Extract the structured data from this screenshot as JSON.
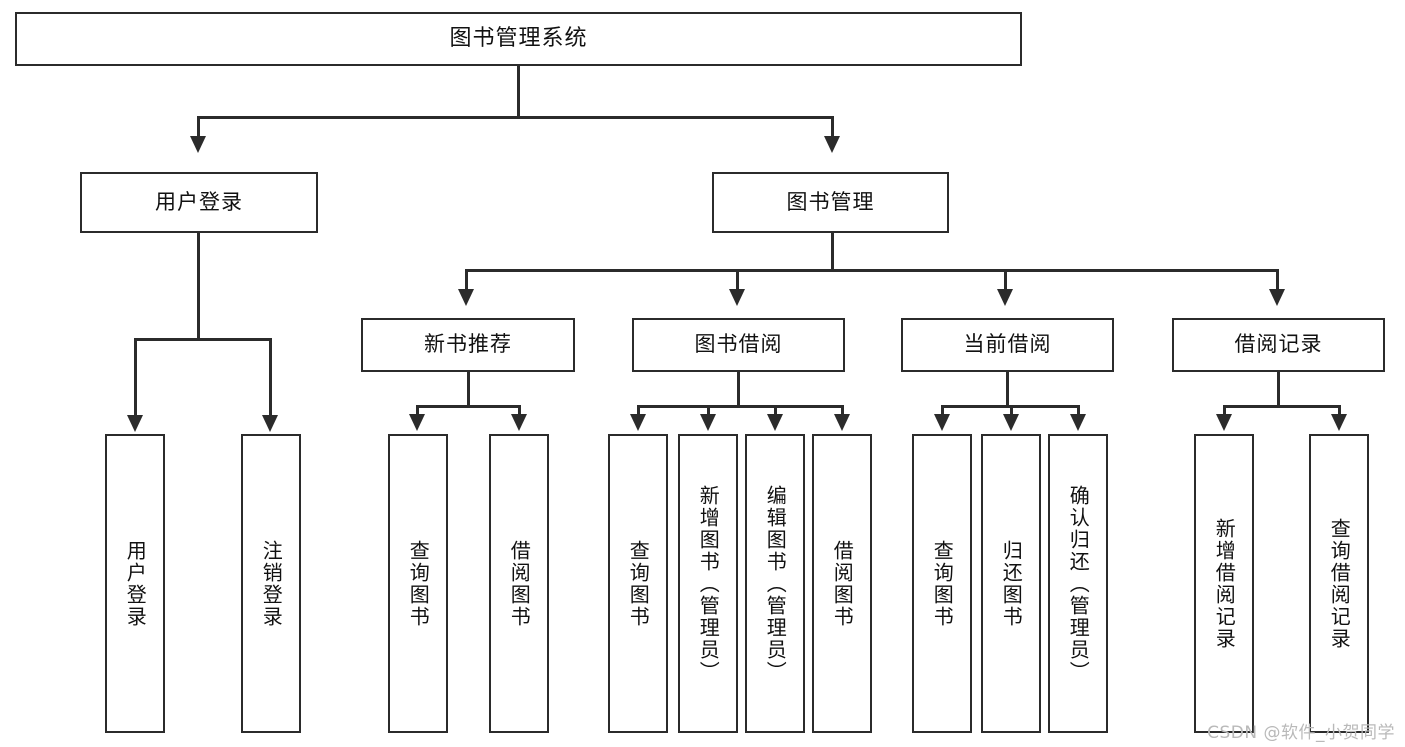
{
  "diagram": {
    "title": "图书管理系统",
    "type": "tree-hierarchy-diagram",
    "watermark": "CSDN @软件_小贺同学",
    "colors": {
      "stroke": "#2b2b2b",
      "fill": "#ffffff",
      "text": "#111111",
      "watermark": "#b9b9b9"
    },
    "root": {
      "label": "图书管理系统"
    },
    "level2": [
      {
        "label": "用户登录"
      },
      {
        "label": "图书管理"
      }
    ],
    "level3": [
      {
        "label": "新书推荐"
      },
      {
        "label": "图书借阅"
      },
      {
        "label": "当前借阅"
      },
      {
        "label": "借阅记录"
      }
    ],
    "leaves": {
      "user_login": [
        {
          "label": "用户登录"
        },
        {
          "label": "注销登录"
        }
      ],
      "new_book_recommend": [
        {
          "label": "查询图书"
        },
        {
          "label": "借阅图书"
        }
      ],
      "book_borrow": [
        {
          "label": "查询图书"
        },
        {
          "label": "新增图书（管理员）"
        },
        {
          "label": "编辑图书（管理员）"
        },
        {
          "label": "借阅图书"
        }
      ],
      "current_borrow": [
        {
          "label": "查询图书"
        },
        {
          "label": "归还图书"
        },
        {
          "label": "确认归还（管理员）"
        }
      ],
      "borrow_record": [
        {
          "label": "新增借阅记录"
        },
        {
          "label": "查询借阅记录"
        }
      ]
    }
  }
}
